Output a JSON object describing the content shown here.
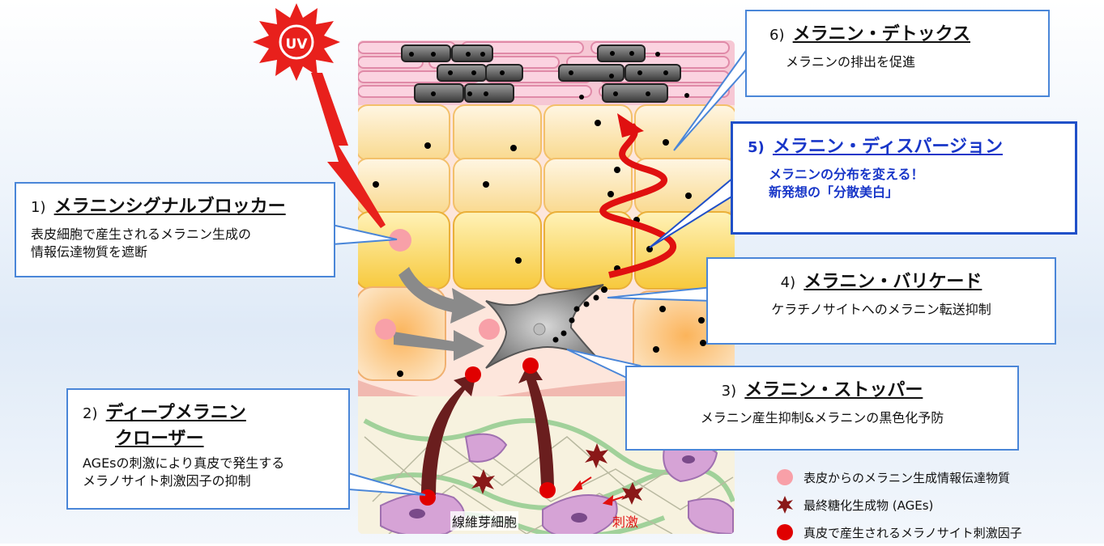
{
  "uv_label": "UV",
  "callouts": {
    "c1": {
      "num": "1)",
      "title": "メラニンシグナルブロッカー",
      "desc": [
        "表皮細胞で産生されるメラニン生成の",
        "情報伝達物質を遮断"
      ]
    },
    "c2": {
      "num": "2)",
      "title": [
        "ディープメラニン",
        "クローザー"
      ],
      "desc": [
        "AGEsの刺激により真皮で発生する",
        "メラノサイト刺激因子の抑制"
      ]
    },
    "c3": {
      "num": "3)",
      "title": "メラニン・ストッパー",
      "desc": [
        "メラニン産生抑制&メラニンの黒色化予防"
      ]
    },
    "c4": {
      "num": "4)",
      "title": "メラニン・バリケード",
      "desc": [
        "ケラチノサイトへのメラニン転送抑制"
      ]
    },
    "c5": {
      "num": "5)",
      "title": "メラニン・ディスパージョン",
      "desc": [
        "メラニンの分布を変える！",
        "新発想の「分散美白」"
      ]
    },
    "c6": {
      "num": "6)",
      "title": "メラニン・デトックス",
      "desc": [
        "メラニンの排出を促進"
      ]
    }
  },
  "labels": {
    "fibroblast": "線維芽細胞",
    "stimulus": "刺激"
  },
  "legend": [
    {
      "icon": "pink-burst-icon",
      "text": "表皮からのメラニン生成情報伝達物質"
    },
    {
      "icon": "dark-red-star-icon",
      "text": "最終糖化生成物 (AGEs)"
    },
    {
      "icon": "red-dot-icon",
      "text": "真皮で産生されるメラノサイト刺激因子"
    }
  ],
  "colors": {
    "accent_blue": "#4a86d8",
    "title5_blue": "#1836c8",
    "uv_red": "#e8201c",
    "arrow_red": "#e01010"
  }
}
